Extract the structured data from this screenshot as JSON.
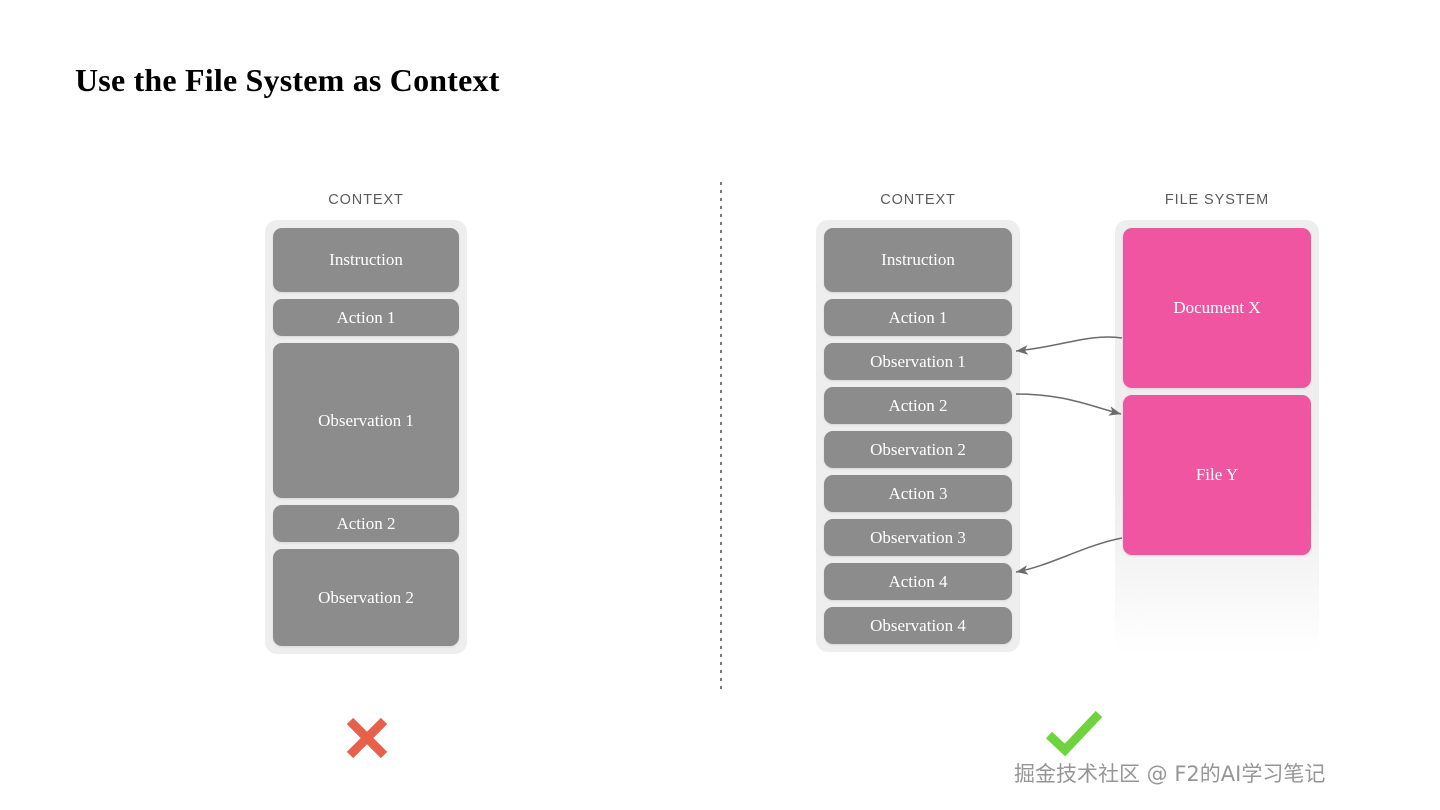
{
  "title": "Use the File System as Context",
  "colors": {
    "gray_block": "#8c8c8c",
    "pink_block": "#ef55a0",
    "container": "#eeeeee",
    "cross": "#e8604c",
    "check": "#6dd43d",
    "header_text": "#5b5b5b"
  },
  "left_panel": {
    "header": "CONTEXT",
    "blocks": [
      {
        "label": "Instruction",
        "height": 64
      },
      {
        "label": "Action 1",
        "height": 37
      },
      {
        "label": "Observation 1",
        "height": 155
      },
      {
        "label": "Action 2",
        "height": 37
      },
      {
        "label": "Observation 2",
        "height": 97
      }
    ],
    "verdict": "cross-icon"
  },
  "right_panel": {
    "header": "CONTEXT",
    "blocks": [
      {
        "label": "Instruction",
        "height": 64
      },
      {
        "label": "Action 1",
        "height": 37
      },
      {
        "label": "Observation 1",
        "height": 37
      },
      {
        "label": "Action 2",
        "height": 37
      },
      {
        "label": "Observation 2",
        "height": 37
      },
      {
        "label": "Action 3",
        "height": 37
      },
      {
        "label": "Observation 3",
        "height": 37
      },
      {
        "label": "Action 4",
        "height": 37
      },
      {
        "label": "Observation 4",
        "height": 37
      }
    ],
    "verdict": "check-icon"
  },
  "file_system_panel": {
    "header": "FILE SYSTEM",
    "blocks": [
      {
        "label": "Document X",
        "height": 160
      },
      {
        "label": "File Y",
        "height": 160
      }
    ]
  },
  "connections": [
    {
      "from": "Document X",
      "to": "Observation 1"
    },
    {
      "from": "Action 2",
      "to": "File Y"
    },
    {
      "from": "File Y",
      "to": "Action 4"
    }
  ],
  "watermark": "掘金技术社区 @ F2的AI学习笔记"
}
